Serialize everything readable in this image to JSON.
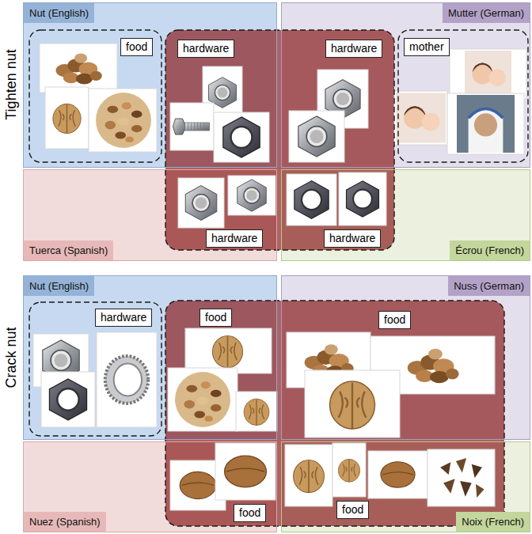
{
  "diagram": {
    "nodes": [
      {
        "text": [
          "Nut (English)"
        ]
      },
      {
        "text": [
          "food"
        ],
        "in": 0
      },
      {
        "text": [
          "hardware"
        ],
        "in": 0
      },
      {
        "text": [
          "Mutter (German)"
        ]
      },
      {
        "text": [
          "hardware"
        ],
        "in": 3
      },
      {
        "text": [
          "mother"
        ],
        "in": 3
      },
      {
        "text": [
          "Tuerca (Spanish)"
        ]
      },
      {
        "text": [
          "hardware"
        ],
        "in": 6
      },
      {
        "text": [
          "Écrou (French)"
        ]
      },
      {
        "text": [
          "hardware"
        ],
        "in": 8
      },
      {
        "text": [
          "Nut (English)"
        ]
      },
      {
        "text": [
          "hardware"
        ],
        "in": 10
      },
      {
        "text": [
          "food"
        ],
        "in": 10
      },
      {
        "text": [
          "Nuss (German)"
        ]
      },
      {
        "text": [
          "food"
        ],
        "in": 13
      },
      {
        "text": [
          "Nuez (Spanish)"
        ]
      },
      {
        "text": [
          "food"
        ],
        "in": 15
      },
      {
        "text": [
          "Noix (French)"
        ]
      },
      {
        "text": [
          "food"
        ],
        "in": 17
      }
    ],
    "labels": [
      "Tighten nut",
      "Crack nut"
    ]
  }
}
